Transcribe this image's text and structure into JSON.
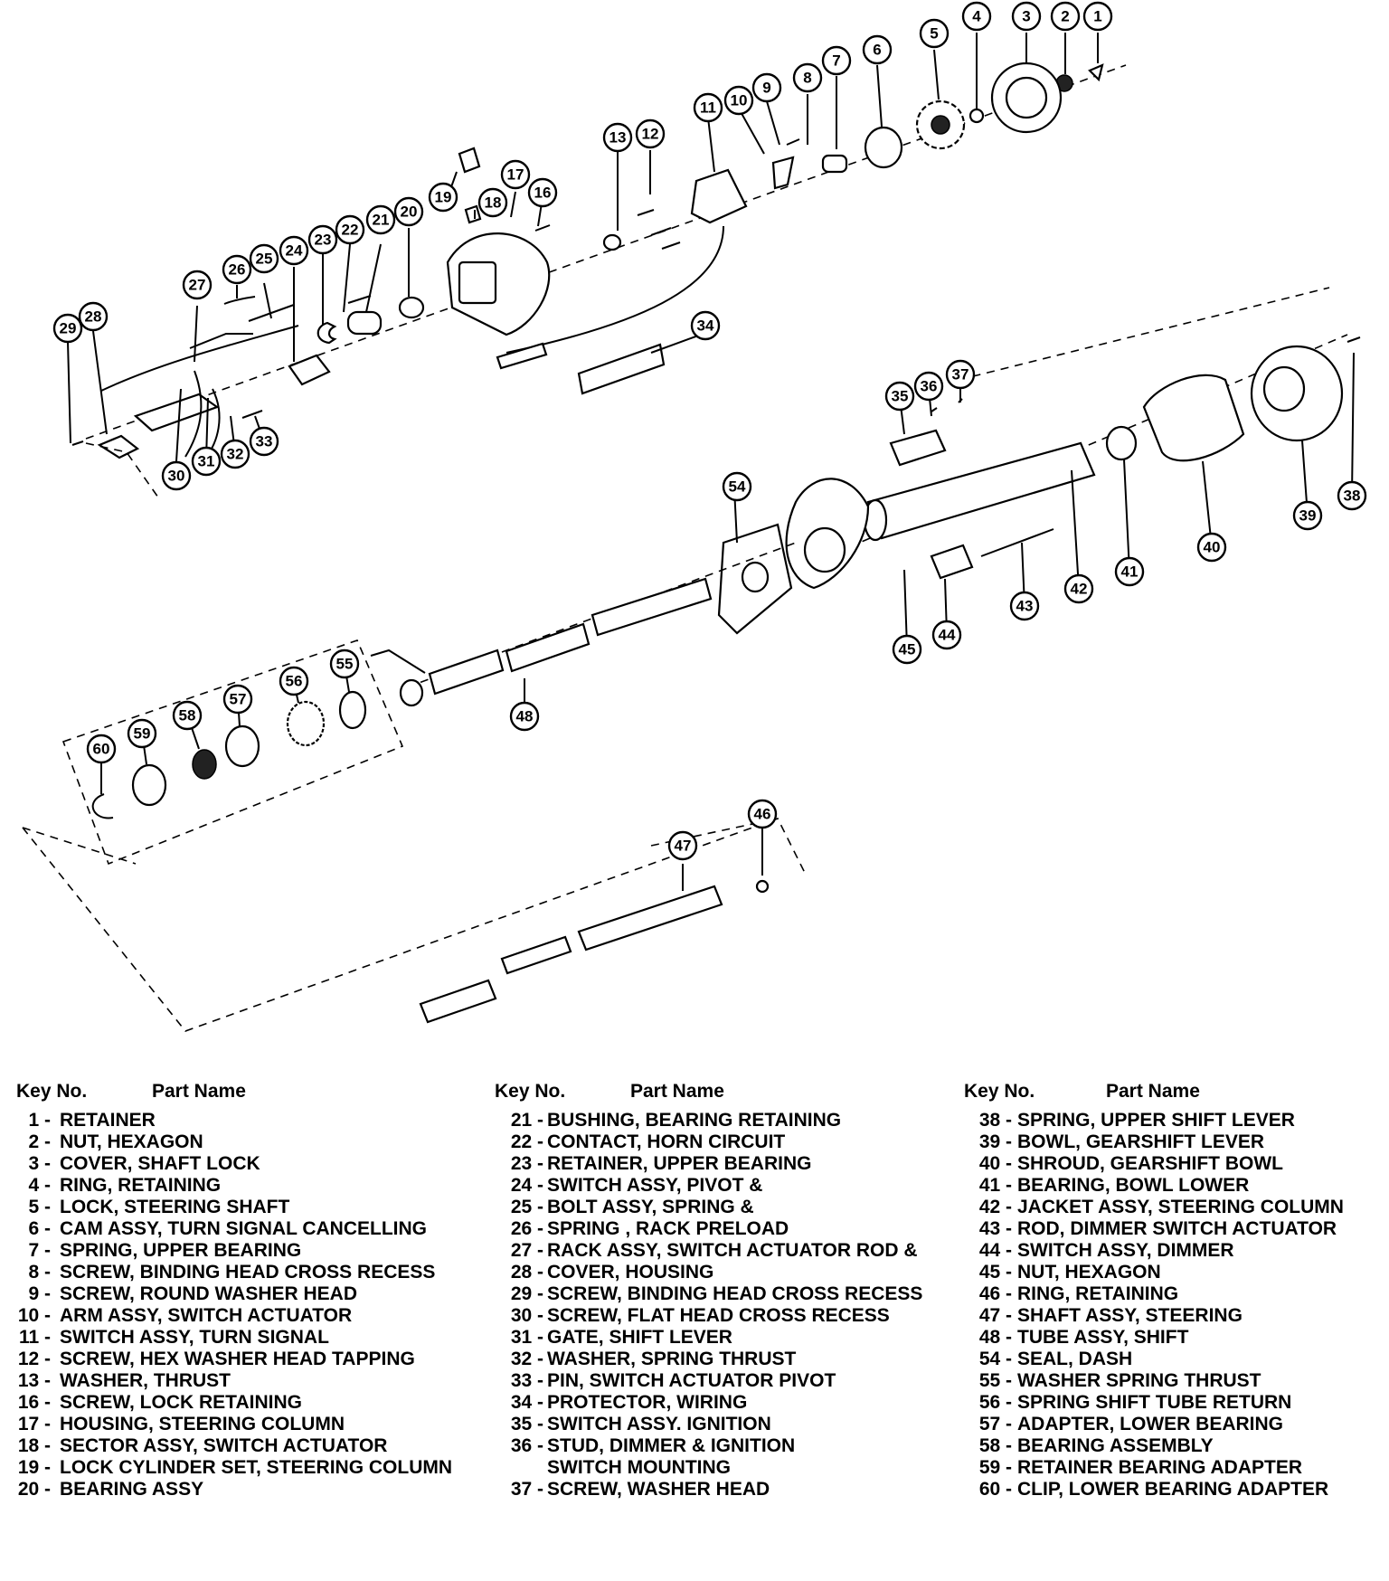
{
  "legend": {
    "columns": [
      {
        "key_header": "Key No.",
        "name_header": "Part Name",
        "rows": [
          {
            "key": "1 -",
            "name": "RETAINER"
          },
          {
            "key": "2 -",
            "name": "NUT, HEXAGON"
          },
          {
            "key": "3 -",
            "name": "COVER, SHAFT LOCK"
          },
          {
            "key": "4 -",
            "name": "RING, RETAINING"
          },
          {
            "key": "5 -",
            "name": "LOCK, STEERING SHAFT"
          },
          {
            "key": "6 -",
            "name": "CAM ASSY, TURN SIGNAL CANCELLING"
          },
          {
            "key": "7 -",
            "name": "SPRING, UPPER BEARING"
          },
          {
            "key": "8 -",
            "name": "SCREW, BINDING HEAD CROSS RECESS"
          },
          {
            "key": "9 -",
            "name": "SCREW, ROUND WASHER HEAD"
          },
          {
            "key": "10 -",
            "name": "ARM ASSY, SWITCH ACTUATOR"
          },
          {
            "key": "11 -",
            "name": "SWITCH ASSY, TURN SIGNAL"
          },
          {
            "key": "12 -",
            "name": "SCREW, HEX WASHER HEAD TAPPING"
          },
          {
            "key": "13 -",
            "name": "WASHER, THRUST"
          },
          {
            "key": "16 -",
            "name": "SCREW, LOCK RETAINING"
          },
          {
            "key": "17 -",
            "name": "HOUSING, STEERING COLUMN"
          },
          {
            "key": "18 -",
            "name": "SECTOR ASSY, SWITCH ACTUATOR"
          },
          {
            "key": "19 -",
            "name": "LOCK CYLINDER SET, STEERING COLUMN"
          },
          {
            "key": "20 -",
            "name": "BEARING ASSY"
          }
        ]
      },
      {
        "key_header": "Key No.",
        "name_header": "Part Name",
        "rows": [
          {
            "key": "21 -",
            "name": "BUSHING, BEARING RETAINING"
          },
          {
            "key": "22 -",
            "name": "CONTACT, HORN CIRCUIT"
          },
          {
            "key": "23 -",
            "name": "RETAINER, UPPER BEARING"
          },
          {
            "key": "24 -",
            "name": "SWITCH ASSY, PIVOT &"
          },
          {
            "key": "25 -",
            "name": "BOLT ASSY, SPRING &"
          },
          {
            "key": "26 -",
            "name": "SPRING , RACK PRELOAD"
          },
          {
            "key": "27 -",
            "name": "RACK ASSY, SWITCH ACTUATOR ROD &"
          },
          {
            "key": "28 -",
            "name": "COVER, HOUSING"
          },
          {
            "key": "29 -",
            "name": "SCREW, BINDING HEAD CROSS RECESS"
          },
          {
            "key": "30 -",
            "name": "SCREW, FLAT HEAD CROSS RECESS"
          },
          {
            "key": "31 -",
            "name": "GATE, SHIFT LEVER"
          },
          {
            "key": "32 -",
            "name": "WASHER, SPRING THRUST"
          },
          {
            "key": "33 -",
            "name": "PIN, SWITCH ACTUATOR PIVOT"
          },
          {
            "key": "34 -",
            "name": "PROTECTOR, WIRING"
          },
          {
            "key": "35 -",
            "name": "SWITCH ASSY. IGNITION"
          },
          {
            "key": "36 -",
            "name": "STUD, DIMMER & IGNITION"
          },
          {
            "key": "",
            "name": "SWITCH MOUNTING"
          },
          {
            "key": "37 -",
            "name": "SCREW, WASHER HEAD"
          }
        ]
      },
      {
        "key_header": "Key No.",
        "name_header": "Part Name",
        "rows": [
          {
            "key": "38 -",
            "name": "SPRING, UPPER SHIFT LEVER"
          },
          {
            "key": "39 -",
            "name": "BOWL, GEARSHIFT LEVER"
          },
          {
            "key": "40 -",
            "name": "SHROUD, GEARSHIFT BOWL"
          },
          {
            "key": "41 -",
            "name": "BEARING, BOWL LOWER"
          },
          {
            "key": "42 -",
            "name": "JACKET ASSY, STEERING COLUMN"
          },
          {
            "key": "43 -",
            "name": "ROD, DIMMER SWITCH ACTUATOR"
          },
          {
            "key": "44 -",
            "name": "SWITCH ASSY, DIMMER"
          },
          {
            "key": "45 -",
            "name": "NUT, HEXAGON"
          },
          {
            "key": "46 -",
            "name": "RING, RETAINING"
          },
          {
            "key": "47 -",
            "name": "SHAFT ASSY, STEERING"
          },
          {
            "key": "48 -",
            "name": "TUBE ASSY, SHIFT"
          },
          {
            "key": "54 -",
            "name": "SEAL, DASH"
          },
          {
            "key": "55 -",
            "name": "WASHER SPRING THRUST"
          },
          {
            "key": "56 -",
            "name": "SPRING SHIFT TUBE RETURN"
          },
          {
            "key": "57 -",
            "name": "ADAPTER, LOWER BEARING"
          },
          {
            "key": "58 -",
            "name": "BEARING ASSEMBLY"
          },
          {
            "key": "59 -",
            "name": "RETAINER BEARING ADAPTER"
          },
          {
            "key": "60 -",
            "name": "CLIP, LOWER BEARING ADAPTER"
          }
        ]
      }
    ]
  },
  "diagram": {
    "callouts": [
      "1",
      "2",
      "3",
      "4",
      "5",
      "6",
      "7",
      "8",
      "9",
      "10",
      "11",
      "12",
      "13",
      "16",
      "17",
      "18",
      "19",
      "20",
      "21",
      "22",
      "23",
      "24",
      "25",
      "26",
      "27",
      "28",
      "29",
      "30",
      "31",
      "32",
      "33",
      "34",
      "35",
      "36",
      "37",
      "38",
      "39",
      "40",
      "41",
      "42",
      "43",
      "44",
      "45",
      "46",
      "47",
      "48",
      "54",
      "55",
      "56",
      "57",
      "58",
      "59",
      "60"
    ]
  }
}
